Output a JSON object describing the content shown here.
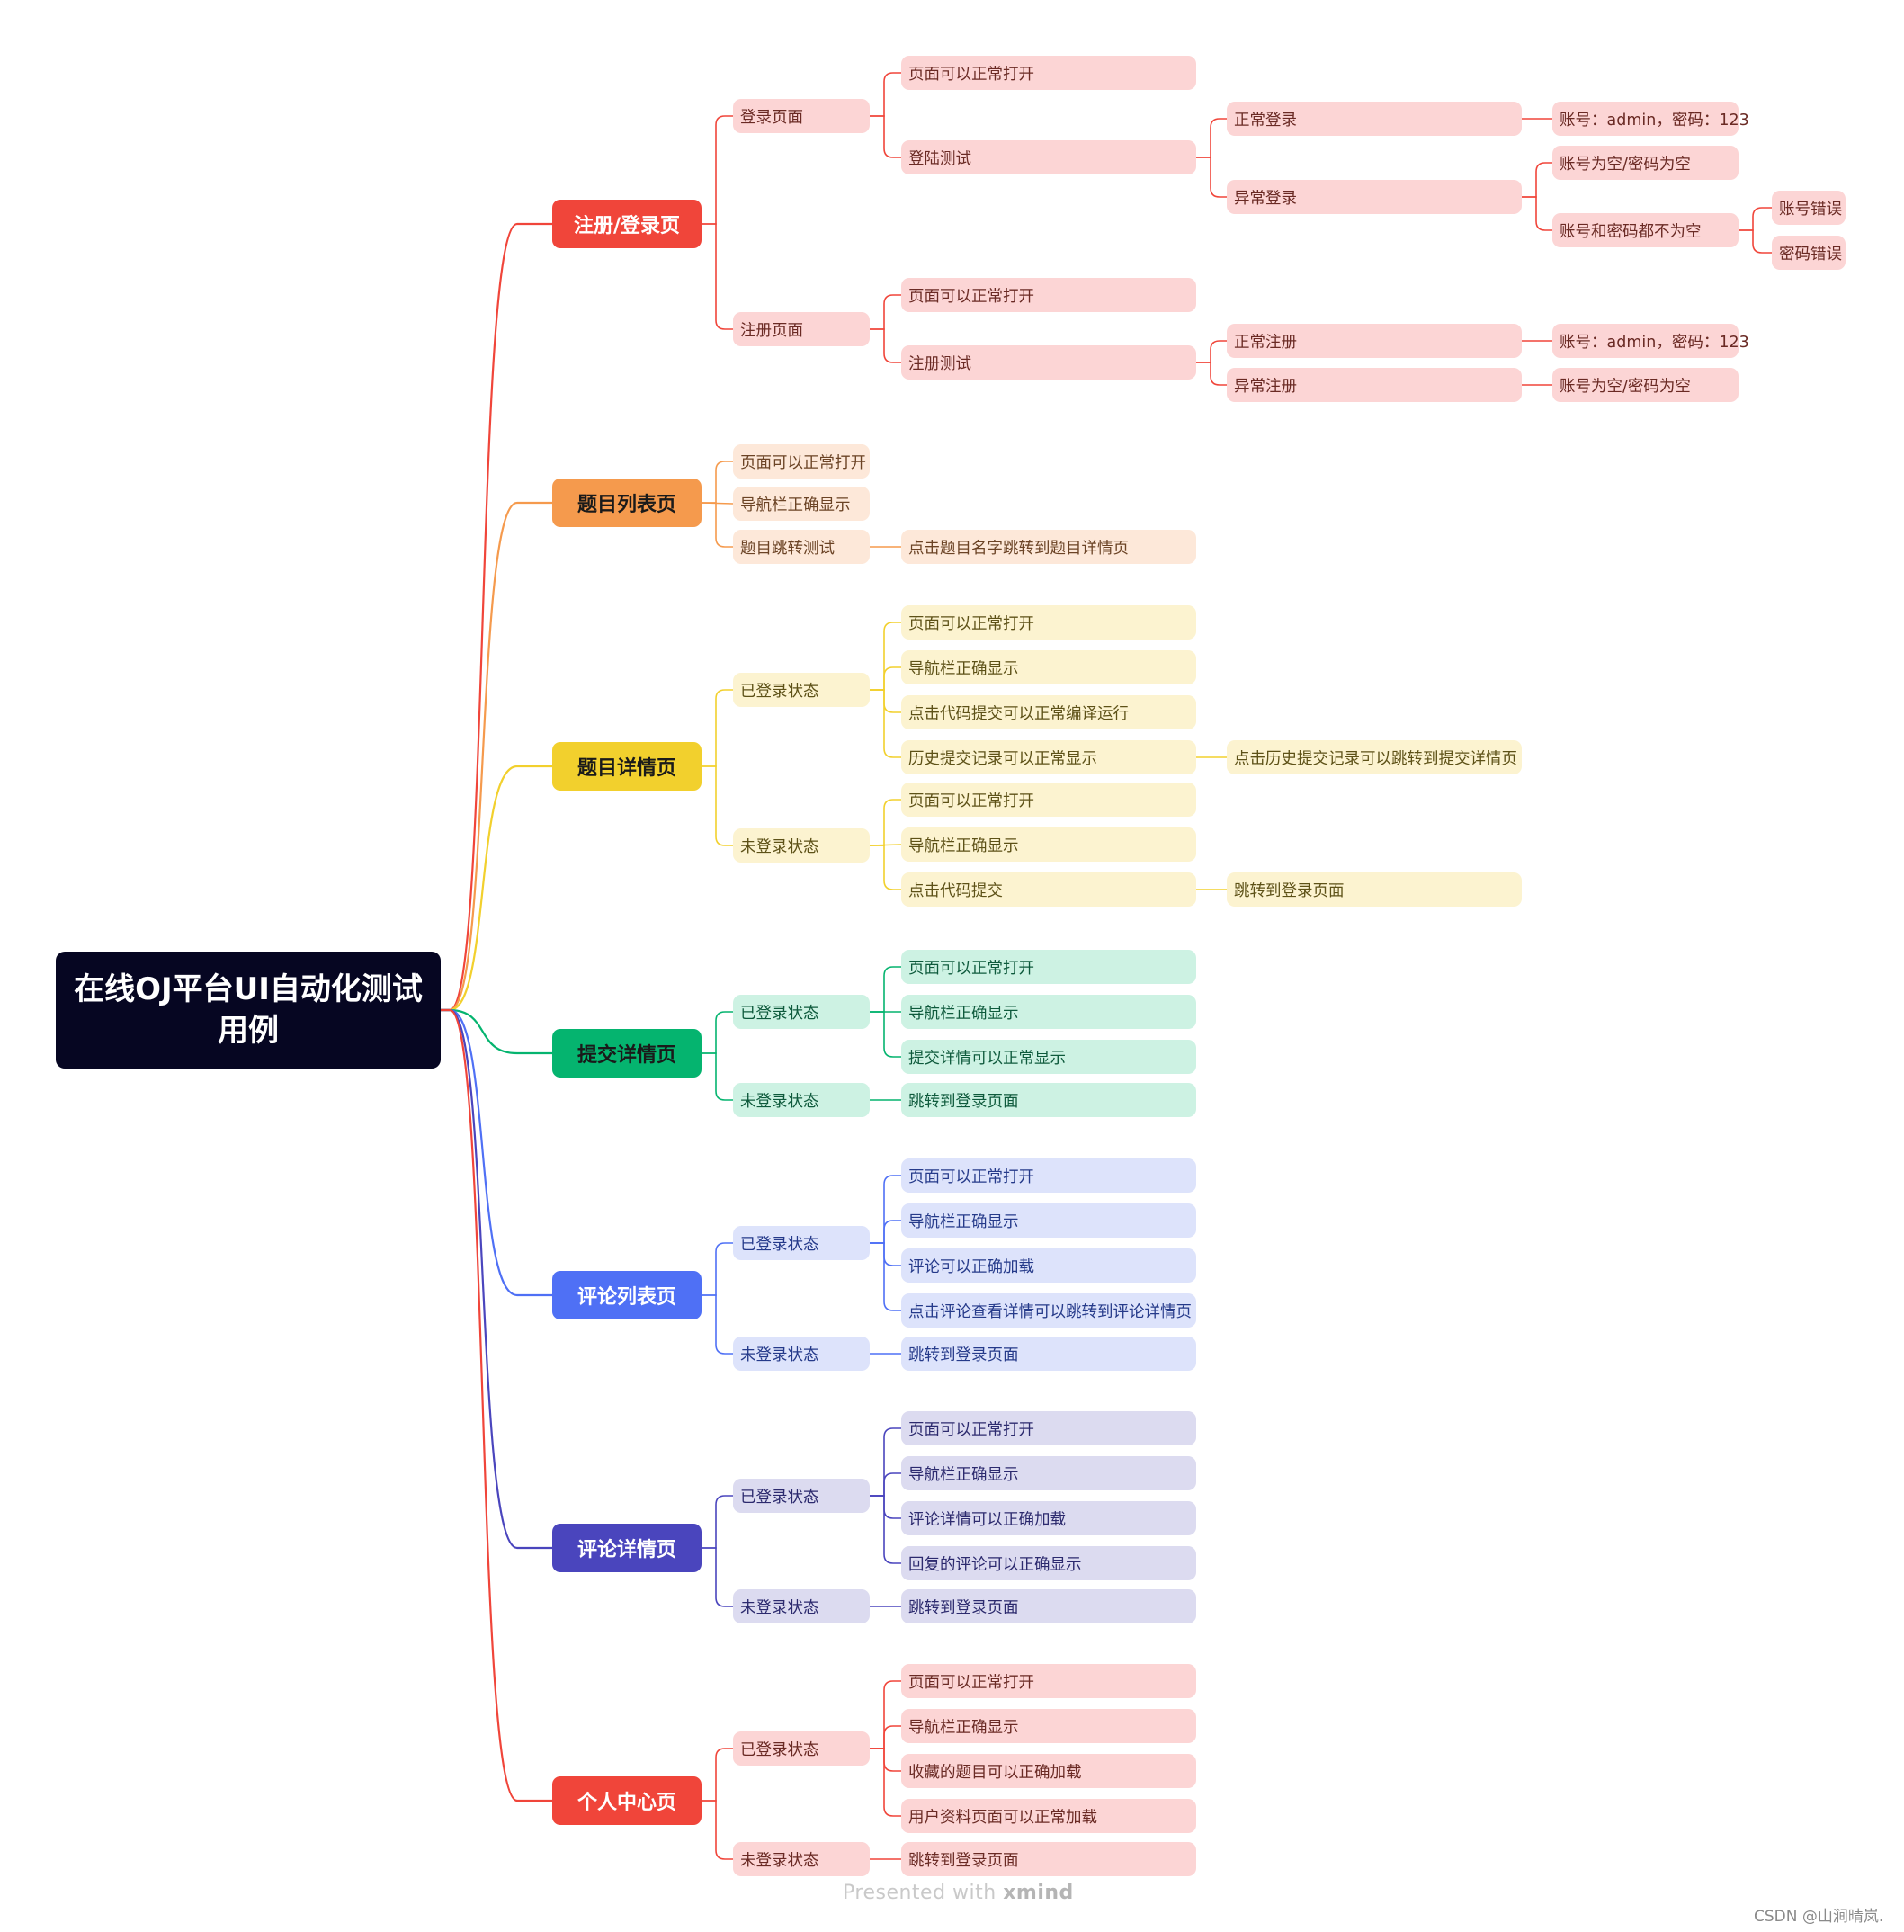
{
  "root": {
    "title": "在线OJ平台UI自动化测试用例"
  },
  "branches": [
    {
      "label": "注册/登录页",
      "color": "#f0453a",
      "text_color": "#ffffff",
      "leaf_bg": "#fcd5d5",
      "leaf_text": "#6a2a24"
    },
    {
      "label": "题目列表页",
      "color": "#f59a4d",
      "text_color": "#1a1a1a",
      "leaf_bg": "#fde8d9",
      "leaf_text": "#6b4325"
    },
    {
      "label": "题目详情页",
      "color": "#f2d02d",
      "text_color": "#1a1a1a",
      "leaf_bg": "#fcf3d0",
      "leaf_text": "#5d5117"
    },
    {
      "label": "提交详情页",
      "color": "#05b46f",
      "text_color": "#1a1a1a",
      "leaf_bg": "#cdf2e3",
      "leaf_text": "#0e5a3c"
    },
    {
      "label": "评论列表页",
      "color": "#4f70f5",
      "text_color": "#ffffff",
      "leaf_bg": "#dde3fb",
      "leaf_text": "#253a8a"
    },
    {
      "label": "评论详情页",
      "color": "#4a45bd",
      "text_color": "#ffffff",
      "leaf_bg": "#dcdbf0",
      "leaf_text": "#2c2a6e"
    },
    {
      "label": "个人中心页",
      "color": "#f0453a",
      "text_color": "#ffffff",
      "leaf_bg": "#fcd5d5",
      "leaf_text": "#6a2a24"
    }
  ],
  "labels": {
    "login_page": "登录页面",
    "page_opens": "页面可以正常打开",
    "login_test": "登陆测试",
    "normal_login": "正常登录",
    "abnormal_login": "异常登录",
    "account_admin": "账号：admin，密码：123",
    "empty_account_or_pwd": "账号为空/密码为空",
    "both_not_empty": "账号和密码都不为空",
    "account_wrong": "账号错误",
    "password_wrong": "密码错误",
    "register_page": "注册页面",
    "register_test": "注册测试",
    "normal_register": "正常注册",
    "abnormal_register": "异常注册",
    "nav_correct": "导航栏正确显示",
    "problem_jump_test": "题目跳转测试",
    "click_problem_name": "点击题目名字跳转到题目详情页",
    "logged_in": "已登录状态",
    "logged_out": "未登录状态",
    "code_submit_compile": "点击代码提交可以正常编译运行",
    "history_shows": "历史提交记录可以正常显示",
    "click_history_jump": "点击历史提交记录可以跳转到提交详情页",
    "click_code_submit": "点击代码提交",
    "jump_to_login": "跳转到登录页面",
    "submit_detail_shows": "提交详情可以正常显示",
    "comments_load": "评论可以正确加载",
    "click_comment_detail": "点击评论查看详情可以跳转到评论详情页",
    "comment_detail_load": "评论详情可以正确加载",
    "replies_show": "回复的评论可以正确显示",
    "favorites_load": "收藏的题目可以正确加载",
    "profile_load": "用户资料页面可以正常加载"
  },
  "footer": {
    "presented_with": "Presented with",
    "brand": "xmind",
    "credit": "CSDN @山涧晴岚."
  }
}
